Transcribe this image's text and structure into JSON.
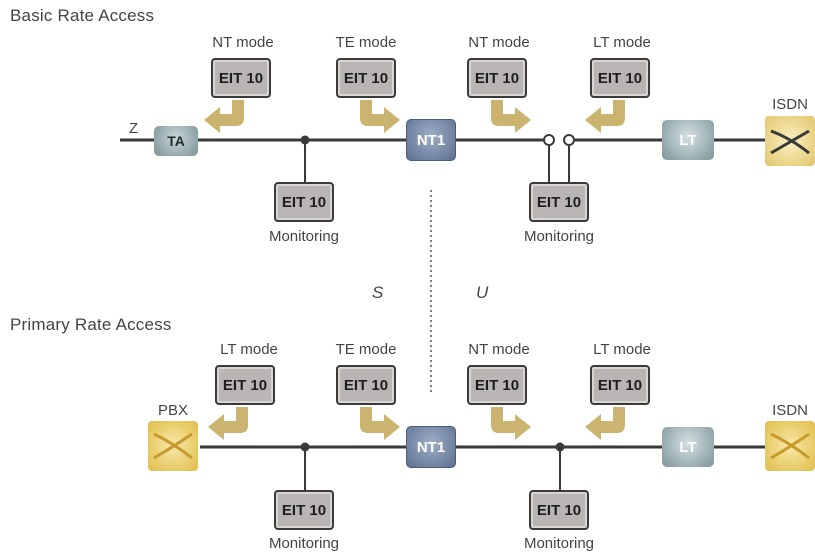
{
  "basic": {
    "title": "Basic Rate Access",
    "modes": [
      "NT mode",
      "TE mode",
      "NT mode",
      "LT mode"
    ],
    "eit_label": "EIT 10",
    "monitoring": "Monitoring",
    "z_label": "Z",
    "ta_label": "TA",
    "nt1_label": "NT1",
    "lt_label": "LT",
    "isdn_label": "ISDN"
  },
  "primary": {
    "title": "Primary Rate Access",
    "modes": [
      "LT mode",
      "TE mode",
      "NT mode",
      "LT mode"
    ],
    "eit_label": "EIT 10",
    "monitoring": "Monitoring",
    "pbx_label": "PBX",
    "nt1_label": "NT1",
    "lt_label": "LT",
    "isdn_label": "ISDN"
  },
  "interfaces": {
    "s": "S",
    "u": "U"
  },
  "colors": {
    "arrow": "#cbb46f",
    "switch": "#e1bd4a",
    "line": "#3a3a3a",
    "nt1": "#6a7f9f",
    "lt": "#9fb3b6"
  }
}
